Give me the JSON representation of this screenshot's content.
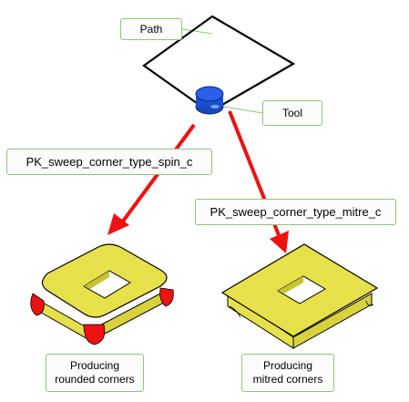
{
  "labels": {
    "path": "Path",
    "tool": "Tool",
    "spin": "PK_sweep_corner_type_spin_c",
    "mitre": "PK_sweep_corner_type_mitre_c",
    "rounded_line1": "Producing",
    "rounded_line2": "rounded corners",
    "mitred_line1": "Producing",
    "mitred_line2": "mitred corners"
  },
  "colors": {
    "callout_border": "#8fc47a",
    "arrow": "#ee1111",
    "face": "#e6e04a",
    "face_edge": "#000000",
    "rounded_corner": "#ee1111",
    "tool": "#1a4fd0",
    "path": "#000000"
  }
}
